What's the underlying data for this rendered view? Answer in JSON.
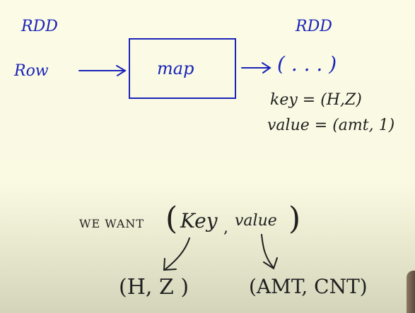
{
  "top": {
    "left_title": "RDD",
    "right_title": "RDD",
    "input_label": "Row",
    "box_label": "map",
    "output_label": "( . . .  )",
    "key_line": "key = (H,Z)",
    "value_line": "value = (amt, 1)"
  },
  "bottom": {
    "we_want": "WE WANT",
    "pair_open": "(",
    "pair_key": "Key",
    "pair_comma": ",",
    "pair_value": "value",
    "pair_close": ")",
    "key_result": "(H, Z )",
    "value_result": "(AMT, CNT)"
  },
  "colors": {
    "blue_ink": "#1a23b8",
    "black_ink": "#1f1f1f"
  }
}
